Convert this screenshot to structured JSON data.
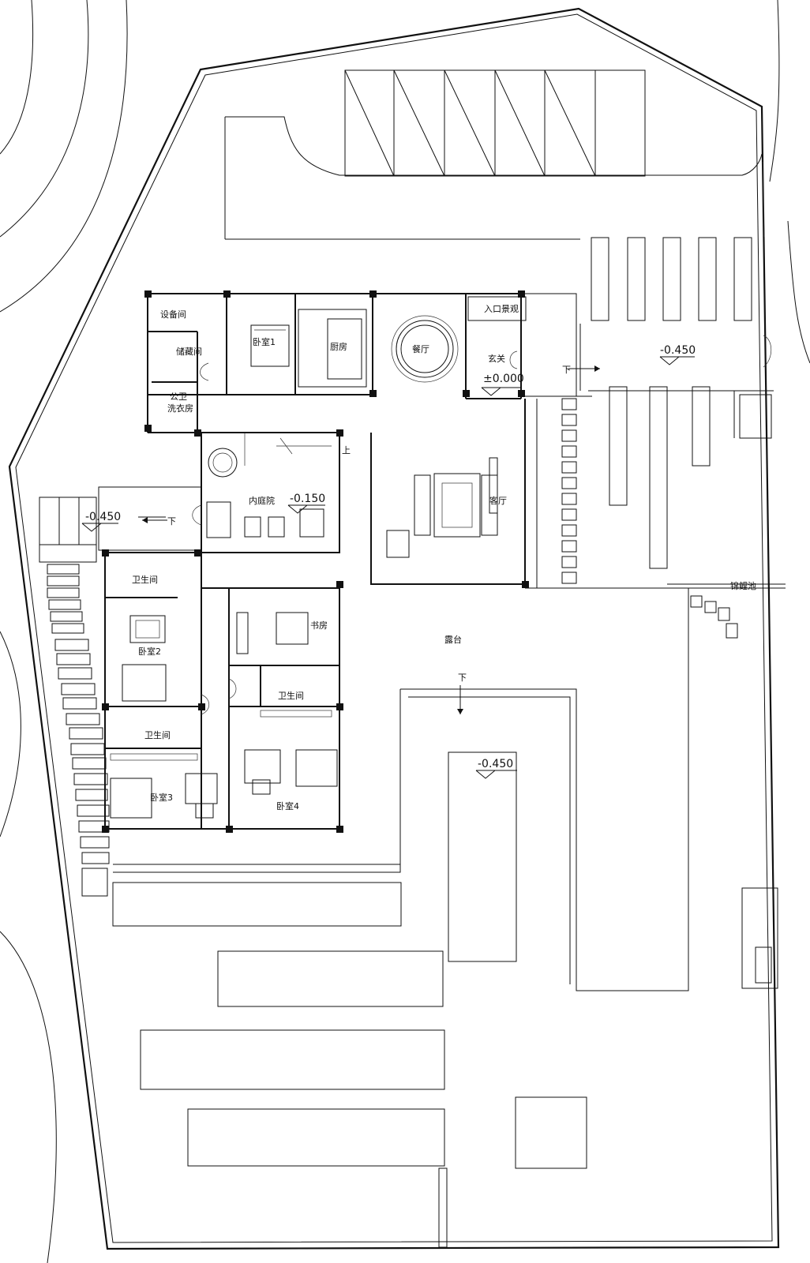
{
  "rooms": {
    "equipment": "设备间",
    "storage": "储藏间",
    "bedroom1": "卧室1",
    "kitchen": "厨房",
    "dining": "餐厅",
    "entrance_view": "入口景观",
    "foyer": "玄关",
    "public_wc": "公卫",
    "laundry": "洗衣房",
    "courtyard": "内庭院",
    "living": "客厅",
    "bath_a": "卫生间",
    "bedroom2": "卧室2",
    "study": "书房",
    "terrace": "露台",
    "bath_b": "卫生间",
    "bath_c": "卫生间",
    "bedroom3": "卧室3",
    "bedroom4": "卧室4",
    "koi_pond": "锦鲤池"
  },
  "levels": {
    "foyer": "±0.000",
    "drive": "-0.450",
    "west": "-0.450",
    "courtyard": "-0.150",
    "pool": "-0.450"
  },
  "stairs": {
    "up": "上",
    "down_east": "下",
    "down_west": "下",
    "down_south": "下"
  },
  "colors": {
    "line": "#111111",
    "background": "#ffffff"
  }
}
